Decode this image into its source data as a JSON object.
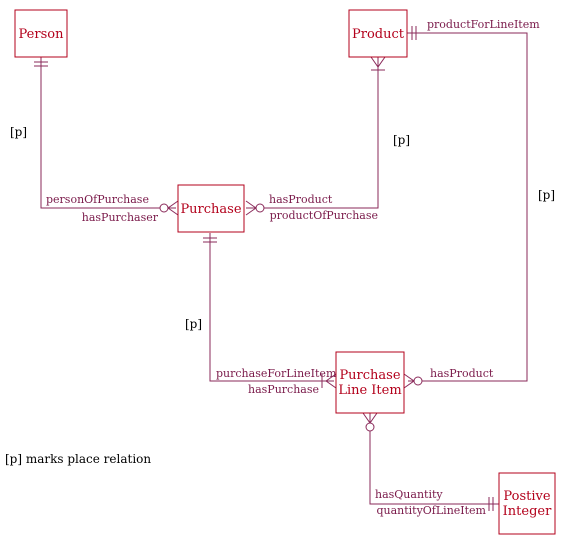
{
  "entities": {
    "person": "Person",
    "product": "Product",
    "purchase": "Purchase",
    "purchase_line_item": [
      "Purchase",
      "Line Item"
    ],
    "positive_integer": [
      "Postive",
      "Integer"
    ]
  },
  "roles": {
    "product_for_line_item": "productForLineItem",
    "person_of_purchase": "personOfPurchase",
    "has_purchaser": "hasPurchaser",
    "has_product": "hasProduct",
    "product_of_purchase": "productOfPurchase",
    "purchase_for_line_item": "purchaseForLineItem",
    "has_purchase": "hasPurchase",
    "line_item_has_product": "hasProduct",
    "has_quantity": "hasQuantity",
    "quantity_of_line_item": "quantityOfLineItem"
  },
  "place_marks": {
    "person_purchase": "[p]",
    "product_purchase": "[p]",
    "product_line_item": "[p]",
    "purchase_line_item": "[p]"
  },
  "legend": "[p] marks place relation",
  "colors": {
    "entity": "#b3001b",
    "line": "#8a2a5a"
  }
}
